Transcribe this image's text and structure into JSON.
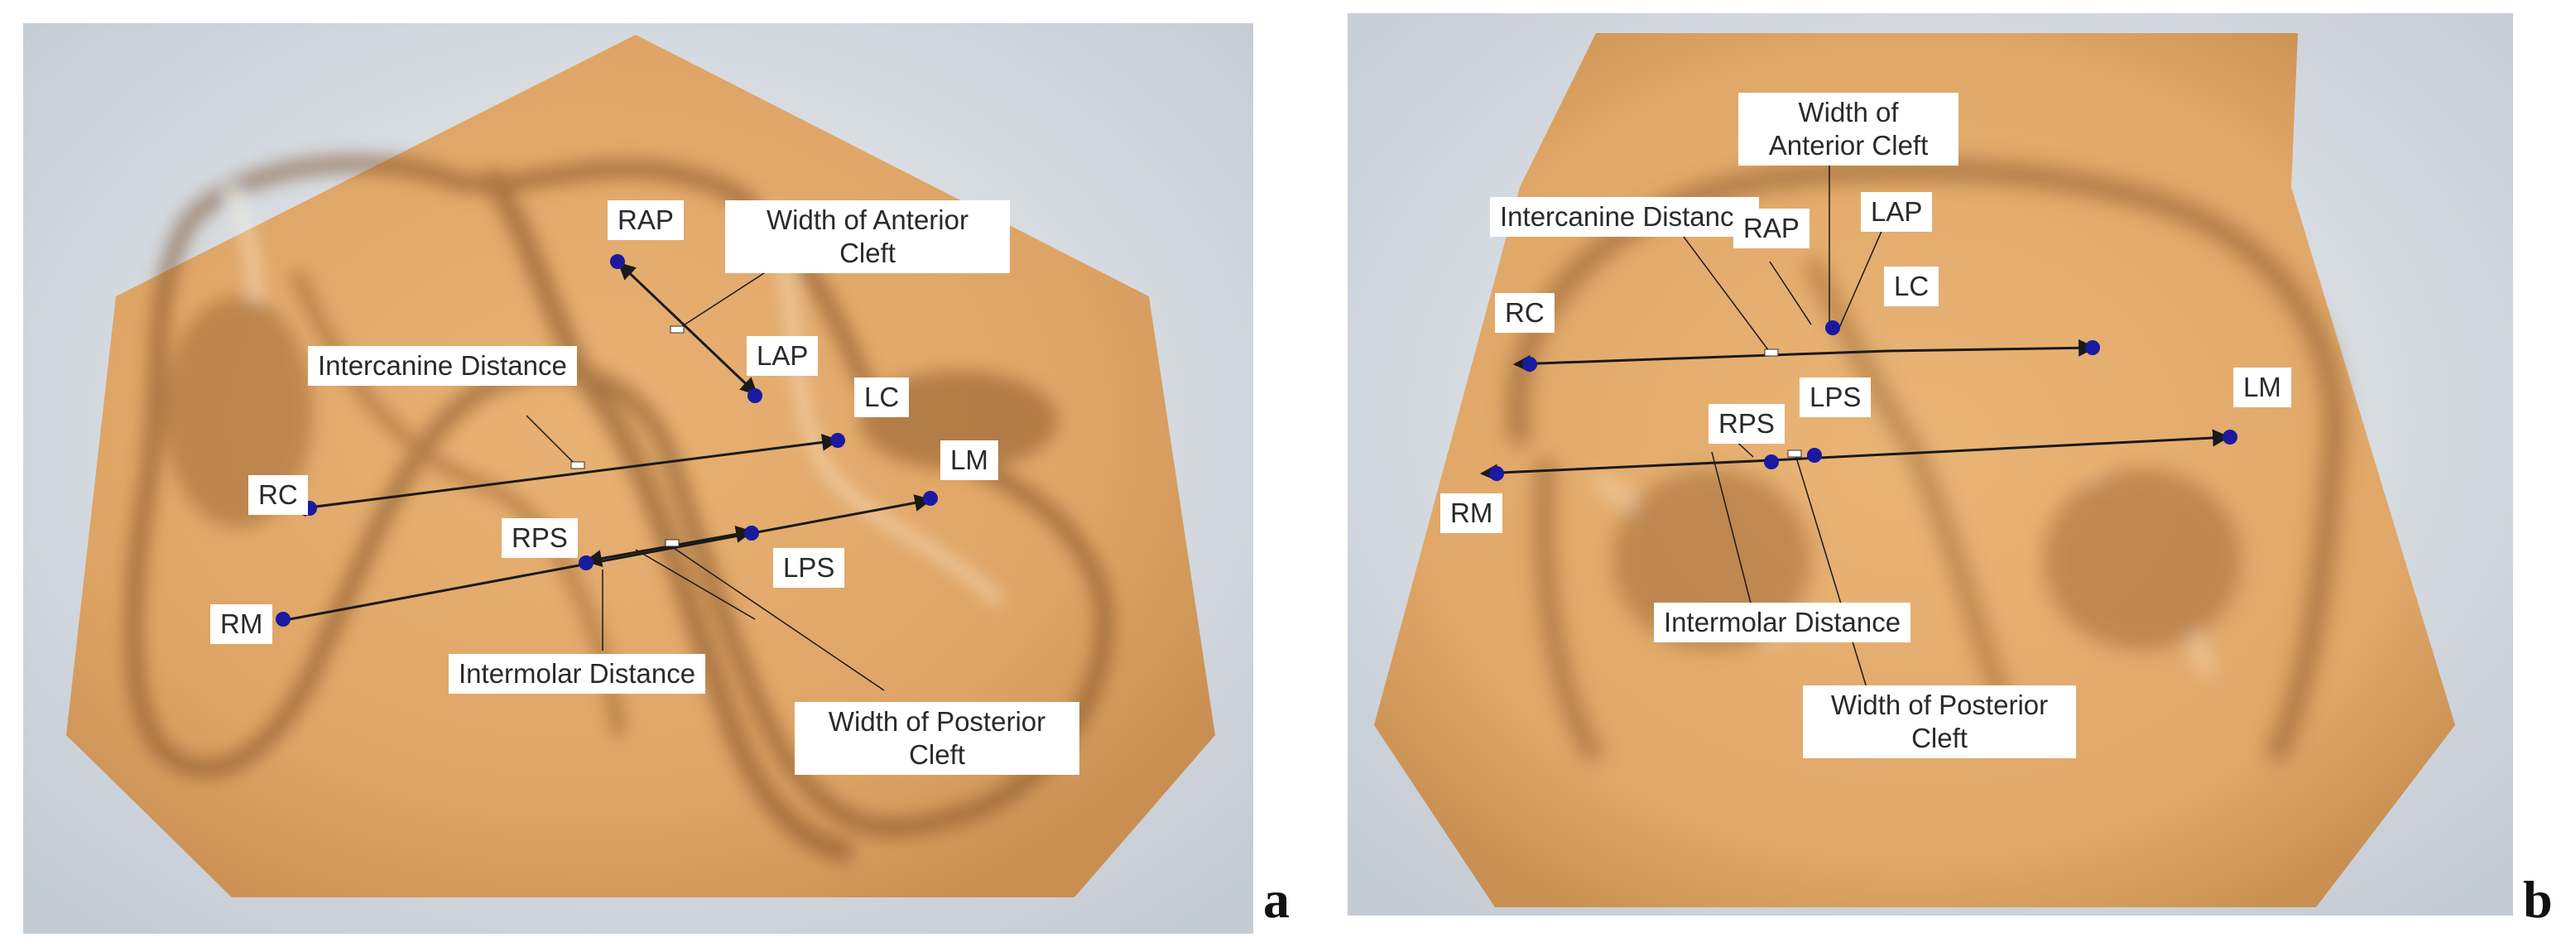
{
  "panels": [
    {
      "letter": "a",
      "labels": {
        "rap": "RAP",
        "anterior_cleft": "Width of Anterior Cleft",
        "intercanine": "Intercanine Distance",
        "lap": "LAP",
        "lc": "LC",
        "rc": "RC",
        "lm": "LM",
        "rps": "RPS",
        "lps": "LPS",
        "rm": "RM",
        "intermolar": "Intermolar Distance",
        "posterior_cleft": "Width of Posterior Cleft"
      }
    },
    {
      "letter": "b",
      "labels": {
        "anterior_cleft": "Width of Anterior Cleft",
        "intercanine": "Intercanine Distance",
        "rap": "RAP",
        "lap": "LAP",
        "rc": "RC",
        "lc": "LC",
        "lm": "LM",
        "rps": "RPS",
        "lps": "LPS",
        "rm": "RM",
        "intermolar": "Intermolar Distance",
        "posterior_cleft": "Width of Posterior Cleft"
      }
    }
  ],
  "colors": {
    "background_gradient_center": "#eef1f4",
    "background_gradient_edge": "#c4cbd3",
    "cast_base": "#e2a96a",
    "cast_shadow": "#8a5a2c",
    "landmark": "#1a1aa0",
    "measure_line": "#1a1a1a"
  }
}
